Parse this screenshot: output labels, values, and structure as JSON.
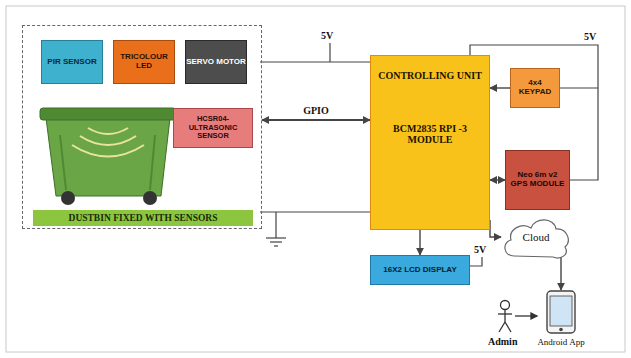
{
  "diagram": {
    "nodes": [
      {
        "text": [
          "DUSTBIN FIXED WITH SENSORS"
        ]
      },
      {
        "text": [
          "PIR SENSOR"
        ],
        "in": 0
      },
      {
        "text": [
          "TRICOLOUR LED"
        ],
        "in": 0
      },
      {
        "text": [
          "SERVO MOTOR"
        ],
        "in": 0
      },
      {
        "text": [
          "HCSR04- ULTRASONIC SENSOR"
        ],
        "in": 0
      },
      {
        "text": [
          "CONTROLLING UNIT",
          "BCM2835 RPI -3 MODULE"
        ]
      },
      {
        "text": [
          "4x4 KEYPAD"
        ]
      },
      {
        "text": [
          "Neo 6m v2 GPS MODULE"
        ]
      },
      {
        "text": [
          "16X2 LCD DISPLAY"
        ]
      },
      {
        "text": [
          "Cloud"
        ]
      },
      {
        "text": [
          "Android App"
        ]
      }
    ],
    "edges": [
      {
        "from": 0,
        "to": 5,
        "label": "GPIO",
        "arrow": "both"
      },
      {
        "from": 6,
        "to": 5,
        "arrow": "to"
      },
      {
        "from": 7,
        "to": 5,
        "arrow": "both"
      },
      {
        "from": 5,
        "to": 8,
        "arrow": "to"
      },
      {
        "from": 5,
        "to": 9,
        "arrow": "to"
      },
      {
        "from": 9,
        "to": 10,
        "arrow": "to"
      }
    ],
    "labels": [
      "5V",
      "5V",
      "5V",
      "Admin"
    ]
  }
}
